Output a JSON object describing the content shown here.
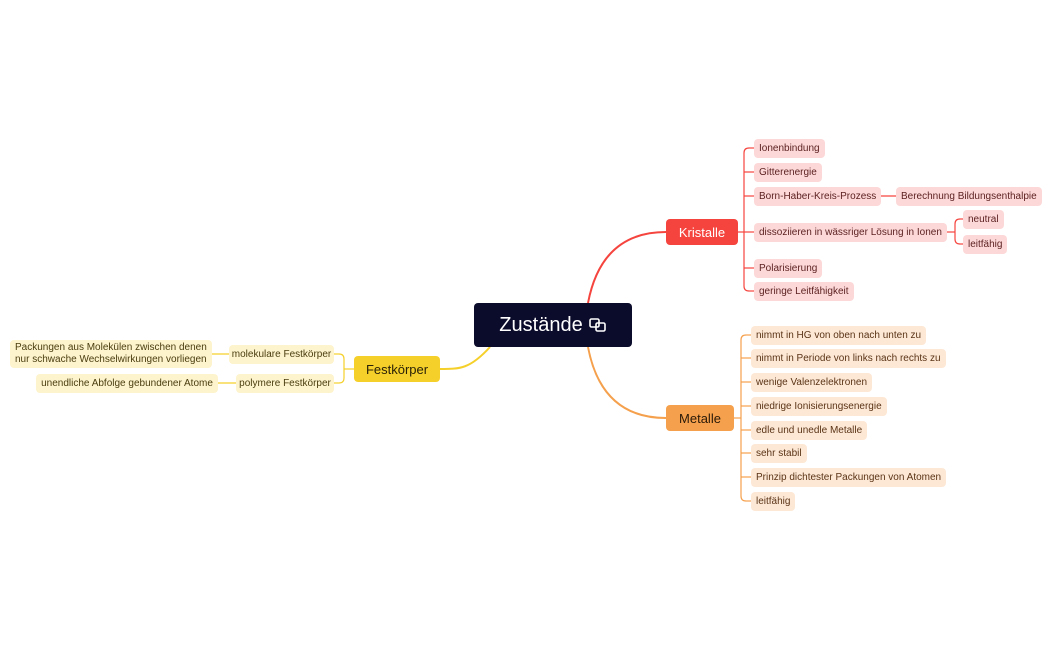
{
  "root": {
    "label": "Zustände",
    "icon": "linked-squares-icon"
  },
  "branches": {
    "kristalle": {
      "label": "Kristalle",
      "color": "#f5443e",
      "items": {
        "ionenbindung": "Ionenbindung",
        "gitterenergie": "Gitterenergie",
        "born_haber": "Born-Haber-Kreis-Prozess",
        "berechnung": "Berechnung Bildungsenthalpie",
        "dissoziieren": "dissoziieren in wässriger Lösung in Ionen",
        "neutral": "neutral",
        "leitfaehig": "leitfähig",
        "polarisierung": "Polarisierung",
        "geringe_leitfaehigkeit": "geringe Leitfähigkeit"
      }
    },
    "metalle": {
      "label": "Metalle",
      "color": "#f5a04c",
      "items": [
        "nimmt in HG von oben nach unten zu",
        "nimmt in Periode von links nach rechts zu",
        "wenige Valenzelektronen",
        "niedrige Ionisierungsenergie",
        "edle und unedle Metalle",
        "sehr stabil",
        "Prinzip dichtester Packungen von Atomen",
        "leitfähig"
      ]
    },
    "festkoerper": {
      "label": "Festkörper",
      "color": "#f5d02a",
      "items": {
        "molekulare": "molekulare Festkörper",
        "molekulare_desc": "Packungen aus Molekülen zwischen denen nur schwache Wechselwirkungen vorliegen",
        "polymere": "polymere Festkörper",
        "polymere_desc": "unendliche Abfolge gebundener Atome"
      }
    }
  }
}
